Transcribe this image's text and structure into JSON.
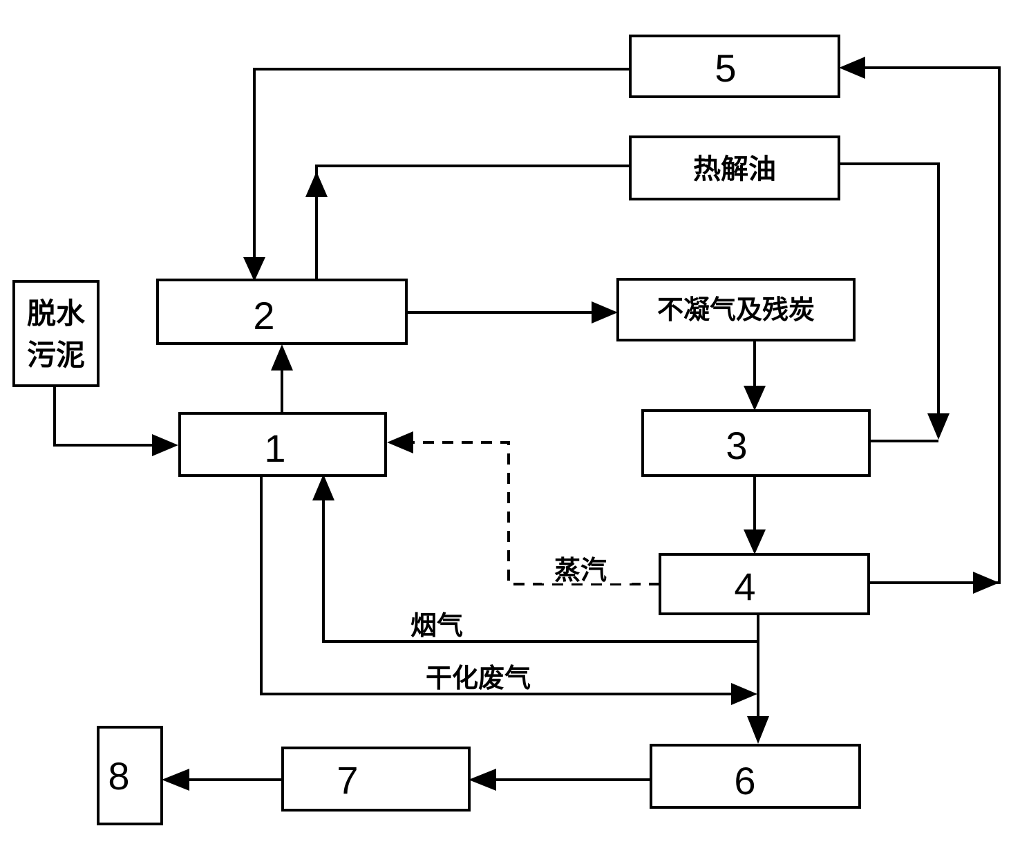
{
  "nodes": {
    "n1": "1",
    "n2": "2",
    "n3": "3",
    "n4": "4",
    "n5": "5",
    "n6": "6",
    "n7": "7",
    "n8": "8",
    "sludge_line1": "脱水",
    "sludge_line2": "污泥",
    "pyrolysis_oil": "热解油",
    "noncondensable": "不凝气及残炭"
  },
  "edge_labels": {
    "steam": "蒸汽",
    "flue_gas": "烟气",
    "drying_exhaust": "干化废气"
  }
}
